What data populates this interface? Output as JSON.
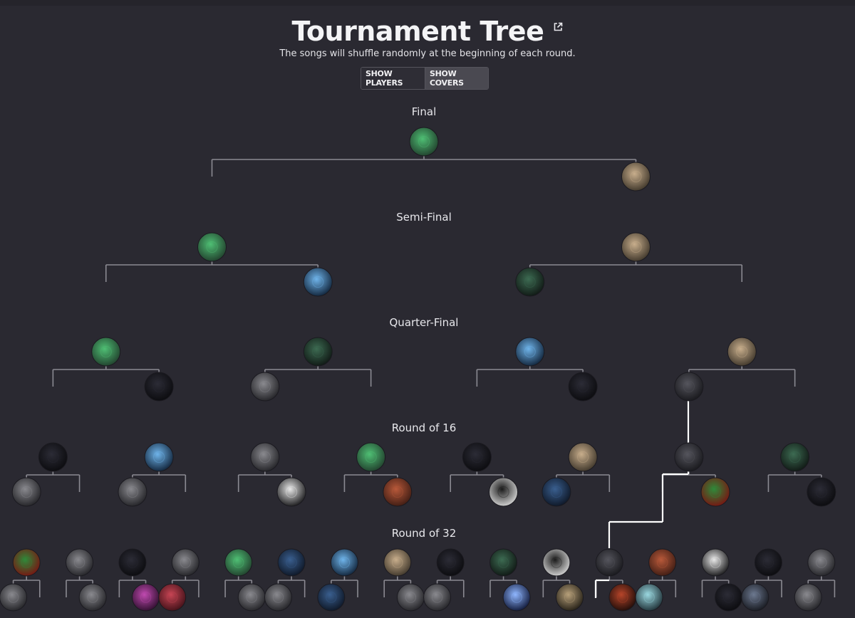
{
  "header": {
    "title": "Tournament Tree",
    "subtitle": "The songs will shuffle randomly at the beginning of each round.",
    "external_link_icon": "external-link-icon"
  },
  "toggle": {
    "show_players": "SHOW PLAYERS",
    "show_covers": "SHOW COVERS",
    "active": "show_covers"
  },
  "rounds": {
    "final": "Final",
    "semi": "Semi-Final",
    "quarter": "Quarter-Final",
    "r16": "Round of 16",
    "r32": "Round of 32"
  },
  "colors": {
    "background": "#2a2931",
    "connector": "#8b8a92",
    "highlight_path": "#ffffff"
  },
  "covers": {
    "green": [
      "#1f3b2a",
      "#4fbf74"
    ],
    "sepia": [
      "#3a3227",
      "#c8ae8c"
    ],
    "blue": [
      "#0d1e33",
      "#6fb4ea"
    ],
    "darkgreen": [
      "#0e1512",
      "#3d6b52"
    ],
    "black": [
      "#0a0a0d",
      "#2c2c36"
    ],
    "gray": [
      "#1f1f23",
      "#8a8a8f"
    ],
    "circle": [
      "#16161a",
      "#55555d"
    ],
    "navy": [
      "#0c1422",
      "#3a5f8f"
    ],
    "redgreen": [
      "#7a1010",
      "#2f8a3a"
    ],
    "rust": [
      "#3a1a12",
      "#b8593a"
    ],
    "bw": [
      "#121214",
      "#e8e8e8"
    ],
    "white": [
      "#dcdcdc",
      "#1a1a1a"
    ],
    "magenta": [
      "#2a0d2a",
      "#c04ab0"
    ],
    "crimson": [
      "#3d0f16",
      "#c74554"
    ],
    "cyan": [
      "#1a2a30",
      "#9ad8e0"
    ],
    "ember": [
      "#1a0b08",
      "#b6452a"
    ],
    "skyblue": [
      "#0b1230",
      "#8fb6ff"
    ],
    "olive": [
      "#1e1a12",
      "#b7a07a"
    ],
    "steel": [
      "#14161c",
      "#6d7990"
    ]
  },
  "bracket": {
    "final": [
      {
        "winner": "green",
        "left": null,
        "right": "sepia"
      }
    ],
    "semi": [
      {
        "winner": "green",
        "left": null,
        "right": "blue"
      },
      {
        "winner": "sepia",
        "left": "darkgreen",
        "right": null
      }
    ],
    "quarter": [
      {
        "winner": "green",
        "left": null,
        "right": "black"
      },
      {
        "winner": "darkgreen",
        "left": "gray",
        "right": null
      },
      {
        "winner": "blue",
        "left": null,
        "right": "black"
      },
      {
        "winner": "sepia",
        "left": "circle",
        "right": null
      }
    ],
    "r16": [
      {
        "winner": "black",
        "left": "gray",
        "right": null
      },
      {
        "winner": "blue",
        "left": "gray",
        "right": null
      },
      {
        "winner": "gray",
        "left": null,
        "right": "bw"
      },
      {
        "winner": "green",
        "left": null,
        "right": "rust"
      },
      {
        "winner": "black",
        "left": null,
        "right": "white"
      },
      {
        "winner": "sepia",
        "left": "navy",
        "right": null
      },
      {
        "winner": "circle",
        "left": null,
        "right": "redgreen"
      },
      {
        "winner": "darkgreen",
        "left": null,
        "right": "black"
      }
    ],
    "r32": [
      {
        "winner": "redgreen",
        "left": "gray",
        "right": null
      },
      {
        "winner": "gray",
        "left": null,
        "right": "gray"
      },
      {
        "winner": "black",
        "left": null,
        "right": "magenta"
      },
      {
        "winner": "gray",
        "left": "crimson",
        "right": null
      },
      {
        "winner": "green",
        "left": null,
        "right": "gray"
      },
      {
        "winner": "navy",
        "left": "gray",
        "right": null
      },
      {
        "winner": "blue",
        "left": "navy",
        "right": null
      },
      {
        "winner": "sepia",
        "left": null,
        "right": "gray"
      },
      {
        "winner": "black",
        "left": "gray",
        "right": null
      },
      {
        "winner": "darkgreen",
        "left": null,
        "right": "skyblue"
      },
      {
        "winner": "white",
        "left": null,
        "right": "olive"
      },
      {
        "winner": "circle",
        "left": null,
        "right": "ember"
      },
      {
        "winner": "rust",
        "left": "cyan",
        "right": null
      },
      {
        "winner": "bw",
        "left": null,
        "right": "black"
      },
      {
        "winner": "black",
        "left": "steel",
        "right": null
      },
      {
        "winner": "gray",
        "left": "gray",
        "right": null
      }
    ]
  }
}
